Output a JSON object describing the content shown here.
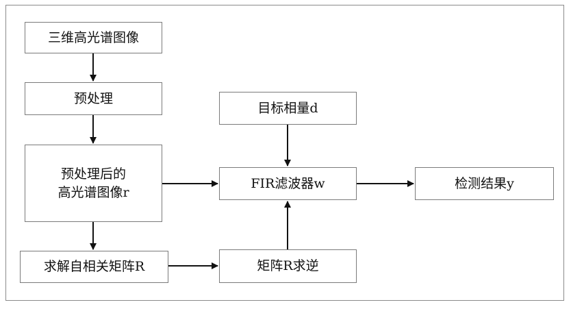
{
  "nodes": {
    "hyperspectral_image": "三维高光谱图像",
    "preprocess": "预处理",
    "preprocessed_line1": "预处理后的",
    "preprocessed_line2": "高光谱图像r",
    "solve_corr": "求解自相关矩阵R",
    "target_vector": "目标相量d",
    "fir_filter": "FIR滤波器w",
    "matrix_inverse": "矩阵R求逆",
    "detection_result": "检测结果y"
  },
  "colors": {
    "arrow": "#111111",
    "box_border": "#7a7a7a"
  }
}
